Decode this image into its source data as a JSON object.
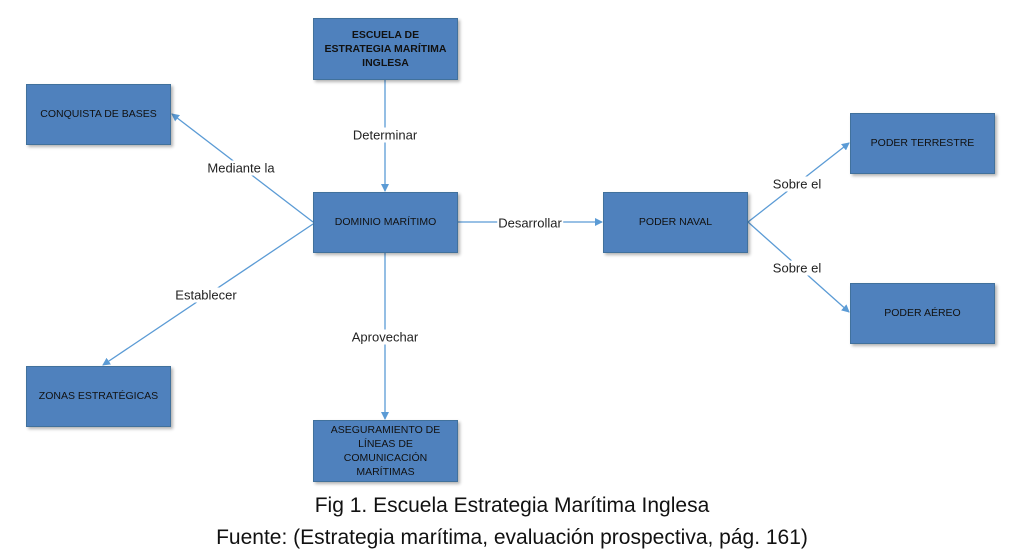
{
  "nodes": {
    "escuela": "ESCUELA DE ESTRATEGIA MARÍTIMA INGLESA",
    "conquista": "CONQUISTA DE BASES",
    "dominio": "DOMINIO MARÍTIMO",
    "naval": "PODER NAVAL",
    "terrestre": "PODER TERRESTRE",
    "aereo": "PODER AÉREO",
    "zonas": "ZONAS ESTRATÉGICAS",
    "aseguramiento": "ASEGURAMIENTO DE LÍNEAS DE COMUNICACIÓN MARÍTIMAS"
  },
  "edges": {
    "determinar": "Determinar",
    "mediante": "Mediante la",
    "establecer": "Establecer",
    "aprovechar": "Aprovechar",
    "desarrollar": "Desarrollar",
    "sobre1": "Sobre el",
    "sobre2": "Sobre el"
  },
  "caption": {
    "title": "Fig 1. Escuela Estrategia Marítima Inglesa",
    "source": "Fuente: (Estrategia marítima, evaluación prospectiva, pág. 161)"
  },
  "colors": {
    "box": "#4f81bd",
    "line": "#5b9bd5"
  }
}
